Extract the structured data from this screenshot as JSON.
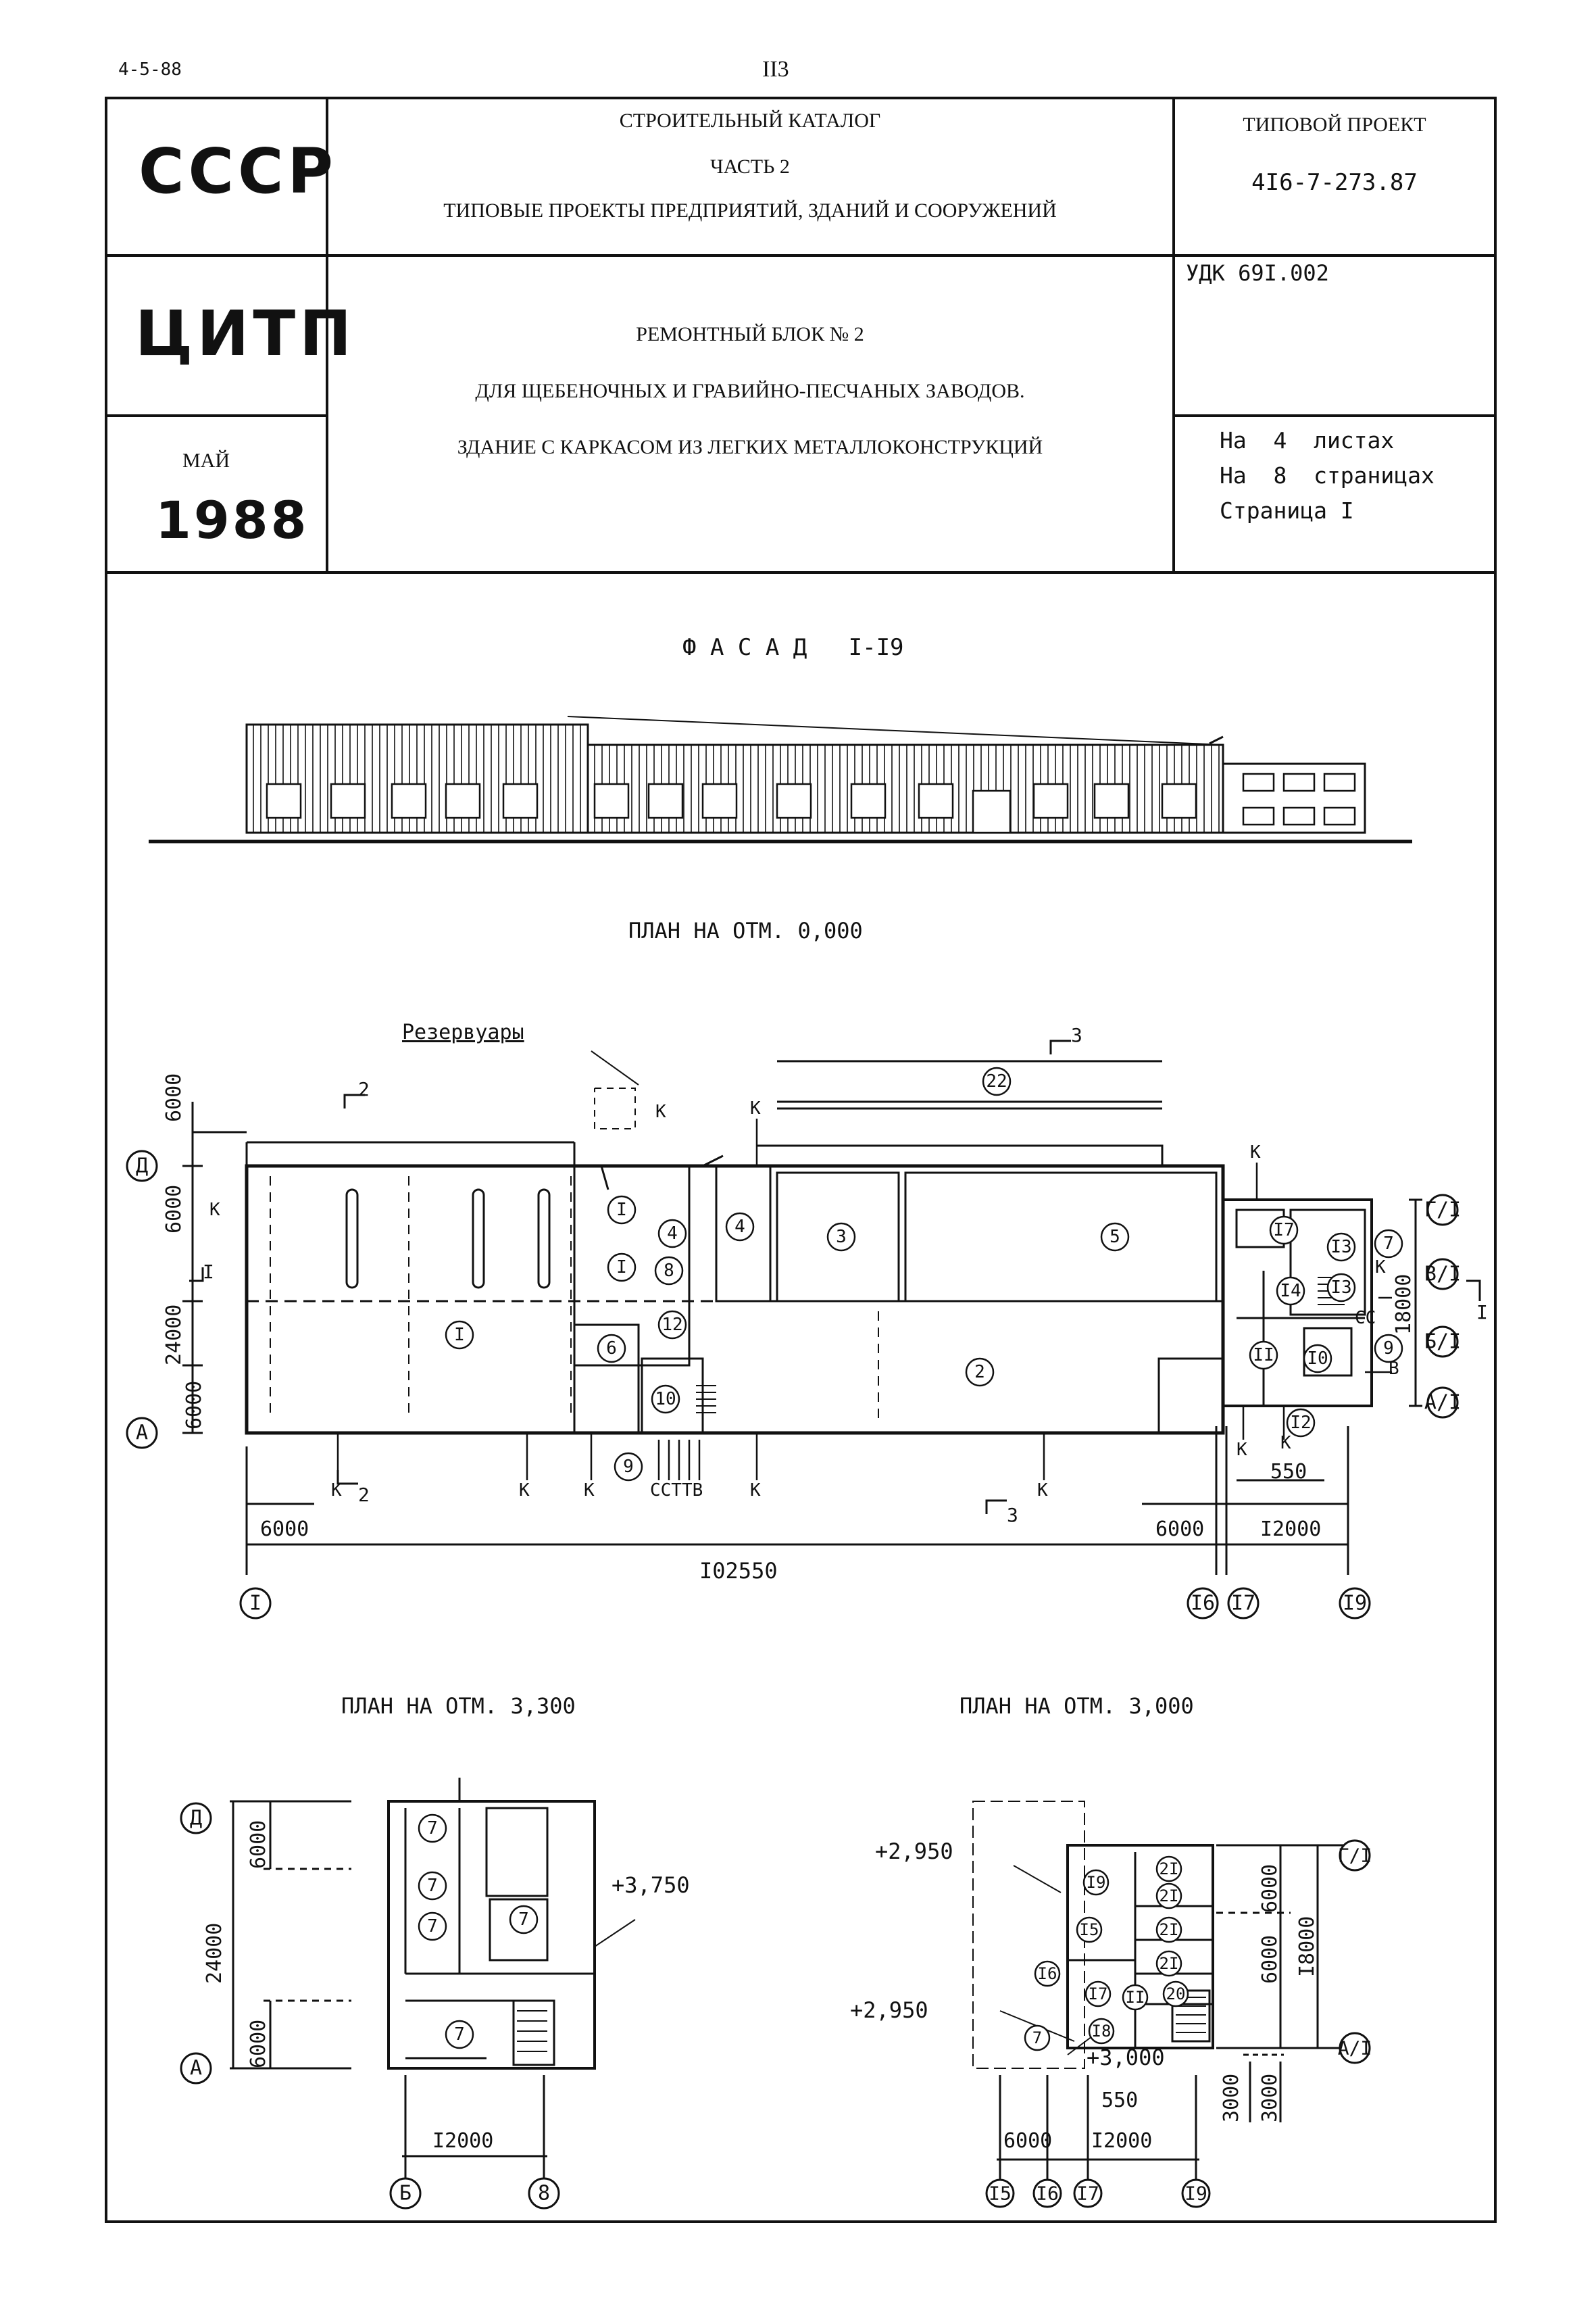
{
  "top_left_code": "4-5-88",
  "page_number": "II3",
  "header": {
    "org1": "СССР",
    "org2": "ЦИТП",
    "month": "МАЙ",
    "year": "1988",
    "catalog_line1": "СТРОИТЕЛЬНЫЙ КАТАЛОГ",
    "catalog_line2": "ЧАСТЬ 2",
    "catalog_line3": "ТИПОВЫЕ ПРОЕКТЫ ПРЕДПРИЯТИЙ, ЗДАНИЙ И СООРУЖЕНИЙ",
    "project_label": "ТИПОВОЙ ПРОЕКТ",
    "project_code": "4I6-7-273.87",
    "udk": "УДК 69I.002",
    "title_line1": "РЕМОНТНЫЙ БЛОК № 2",
    "title_line2": "ДЛЯ ЩЕБЕНОЧНЫХ И ГРАВИЙНО-ПЕСЧАНЫХ ЗАВОДОВ.",
    "title_line3": "ЗДАНИЕ С КАРКАСОМ ИЗ ЛЕГКИХ МЕТАЛЛОКОНСТРУКЦИЙ",
    "sheets": "На  4  листах",
    "pages": "На  8  страницах",
    "page": "Страница I"
  },
  "facade_title": "Ф А С А Д   I-I9",
  "plan0": {
    "title": "ПЛАН НА ОТМ. 0,000",
    "reservoirs": "Резервуары",
    "dims": {
      "d6000a": "6000",
      "d6000b": "6000",
      "d24000": "24000",
      "d6000c": "6000",
      "d18000": "18000",
      "d6000_bottom": "6000",
      "d550": "550",
      "d6000_right": "6000",
      "d12000": "I2000",
      "total": "I02550"
    },
    "axes_rows": [
      "Д",
      "А"
    ],
    "axes_rows_right": [
      "Г/I",
      "В/I",
      "Б/I",
      "А/I"
    ],
    "axes_cols": [
      "I",
      "I6",
      "I7",
      "I9"
    ],
    "rooms": [
      "I",
      "I",
      "I",
      "4",
      "4",
      "8",
      "3",
      "5",
      "6",
      "2",
      "12",
      "10",
      "9",
      "I3",
      "I3",
      "I4",
      "7",
      "I0",
      "9",
      "II",
      "I2",
      "I7",
      "22"
    ],
    "labels": {
      "k": "К",
      "cc_ttb": "ССТТВ",
      "cc": "СС",
      "b": "В",
      "cut2": "2",
      "cut3": "3",
      "cut1": "I"
    }
  },
  "plan33": {
    "title": "ПЛАН НА ОТМ. 3,300",
    "elev": "+3,750",
    "dims": {
      "d6000a": "6000",
      "d24000": "24000",
      "d6000b": "6000",
      "d12000": "I2000"
    },
    "axes_rows": [
      "Д",
      "А"
    ],
    "axes_cols": [
      "Б",
      "8"
    ],
    "rooms": [
      "7",
      "7",
      "7",
      "7",
      "7"
    ]
  },
  "plan30": {
    "title": "ПЛАН НА ОТМ. 3,000",
    "elev1": "+2,950",
    "elev2": "+2,950",
    "elev3": "+3,000",
    "dims": {
      "d6000a": "6000",
      "d6000b": "6000",
      "d18000": "I8000",
      "d3000a": "3000",
      "d3000b": "3000",
      "d550": "550",
      "d6000c": "6000",
      "d12000": "I2000"
    },
    "axes_rows": [
      "Г/I",
      "А/I"
    ],
    "axes_cols": [
      "I5",
      "I6",
      "I7",
      "I9"
    ],
    "rooms": [
      "2I",
      "2I",
      "2I",
      "2I",
      "20",
      "I9",
      "I5",
      "I6",
      "I7",
      "II",
      "I8",
      "7"
    ]
  }
}
